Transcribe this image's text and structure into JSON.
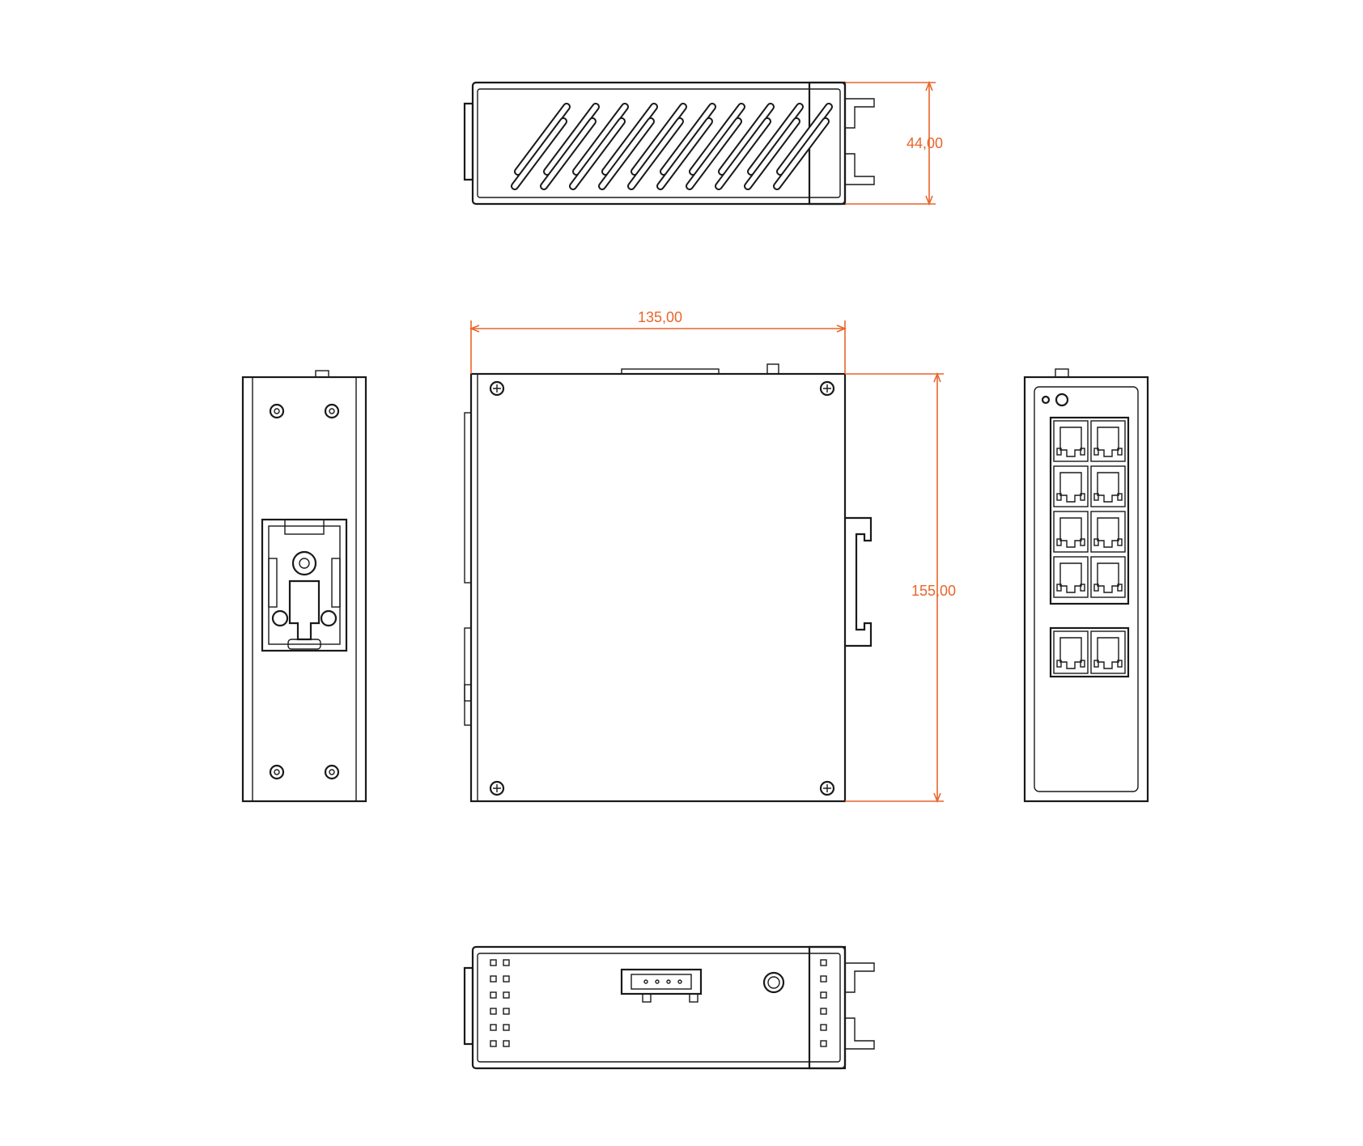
{
  "dimensions": {
    "height": "44,00",
    "width": "135,00",
    "depth": "155,00"
  },
  "colors": {
    "line": "#1a1a1a",
    "dimension": "#e8652c",
    "background": "#ffffff"
  }
}
